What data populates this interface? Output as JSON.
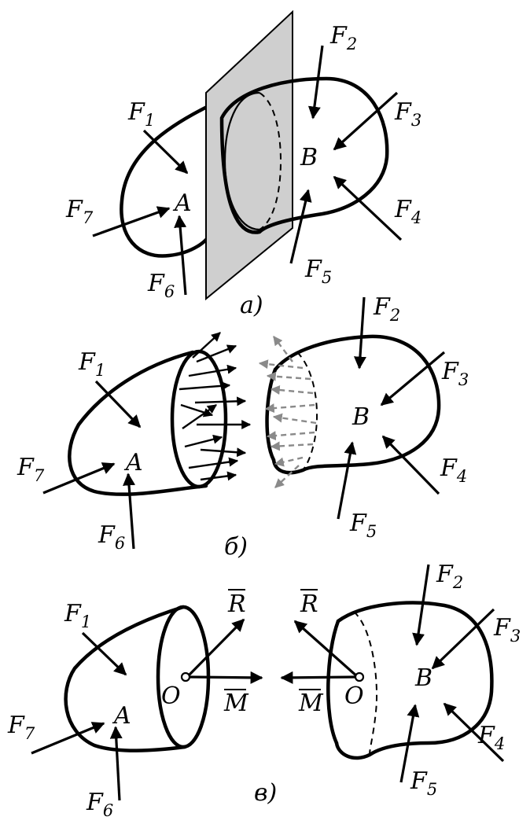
{
  "labels": {
    "F1": "F",
    "F1_sub": "1",
    "F2": "F",
    "F2_sub": "2",
    "F3": "F",
    "F3_sub": "3",
    "F4": "F",
    "F4_sub": "4",
    "F5": "F",
    "F5_sub": "5",
    "F6": "F",
    "F6_sub": "6",
    "F7": "F",
    "F7_sub": "7",
    "A": "A",
    "B": "B",
    "O": "O",
    "R": "R",
    "M": "M"
  },
  "captions": {
    "a": "а)",
    "b": "б)",
    "c": "в)"
  },
  "colors": {
    "ink": "#000000",
    "plane_fill": "#cfcfcf",
    "stress_gray": "#8a8a8a",
    "background": "#ffffff"
  }
}
